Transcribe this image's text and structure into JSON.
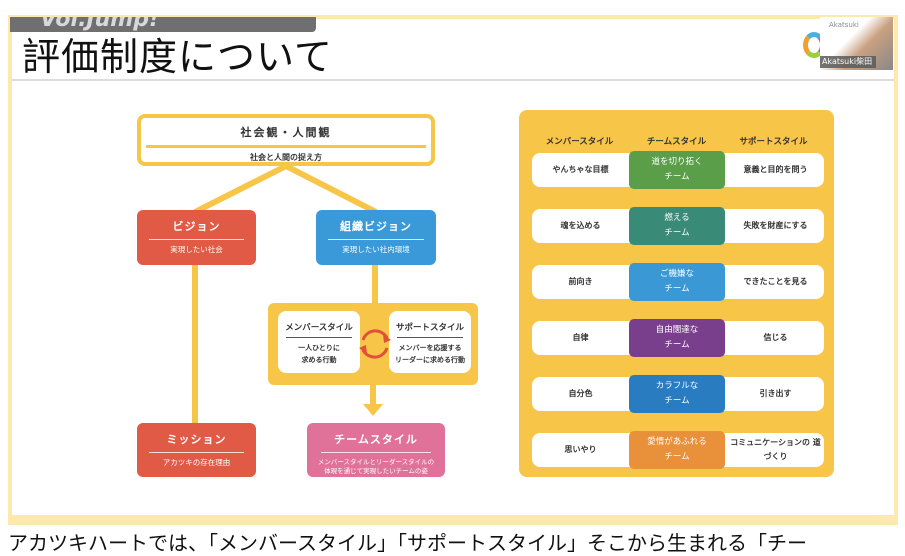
{
  "slide": {
    "overlay_text": "Vol.Jump!",
    "title": "評価制度について",
    "video": {
      "brand": "Akatsuki",
      "name": "Akatsuki柴田"
    }
  },
  "diagram": {
    "top": {
      "title": "社会観・人間観",
      "sub": "社会と人間の捉え方"
    },
    "vision": {
      "title": "ビジョン",
      "sub": "実現したい社会"
    },
    "org_vision": {
      "title": "組織ビジョン",
      "sub": "実現したい社内環境"
    },
    "member_style": {
      "title": "メンバースタイル",
      "sub1": "一人ひとりに",
      "sub2": "求める行動"
    },
    "support_style": {
      "title": "サポートスタイル",
      "sub1": "メンバーを応援する",
      "sub2": "リーダーに求める行動"
    },
    "mission": {
      "title": "ミッション",
      "sub": "アカツキの存在理由"
    },
    "team_style": {
      "title": "チームスタイル",
      "sub1": "メンバースタイルとリーダースタイルの",
      "sub2": "体現を通じて実現したいチームの姿"
    }
  },
  "table": {
    "headers": [
      "メンバースタイル",
      "チームスタイル",
      "サポートスタイル"
    ],
    "rows": [
      {
        "member": "やんちゃな目標",
        "team1": "道を切り拓く",
        "team2": "チーム",
        "support": "意義と目的を問う",
        "color": "#5a9e4a"
      },
      {
        "member": "魂を込める",
        "team1": "燃える",
        "team2": "チーム",
        "support": "失敗を財産にする",
        "color": "#3a8a78"
      },
      {
        "member": "前向き",
        "team1": "ご機嫌な",
        "team2": "チーム",
        "support": "できたことを見る",
        "color": "#3a98d4"
      },
      {
        "member": "自律",
        "team1": "自由闊達な",
        "team2": "チーム",
        "support": "信じる",
        "color": "#7a3f8c"
      },
      {
        "member": "自分色",
        "team1": "カラフルな",
        "team2": "チーム",
        "support": "引き出す",
        "color": "#2a7cc0"
      },
      {
        "member": "思いやり",
        "team1": "愛情があふれる",
        "team2": "チーム",
        "support": "コミュニケーションの 道づくり",
        "color": "#e8903a"
      }
    ]
  },
  "caption": "アカツキハートでは、「メンバースタイル」「サポートスタイル」そこから生まれる「チー"
}
